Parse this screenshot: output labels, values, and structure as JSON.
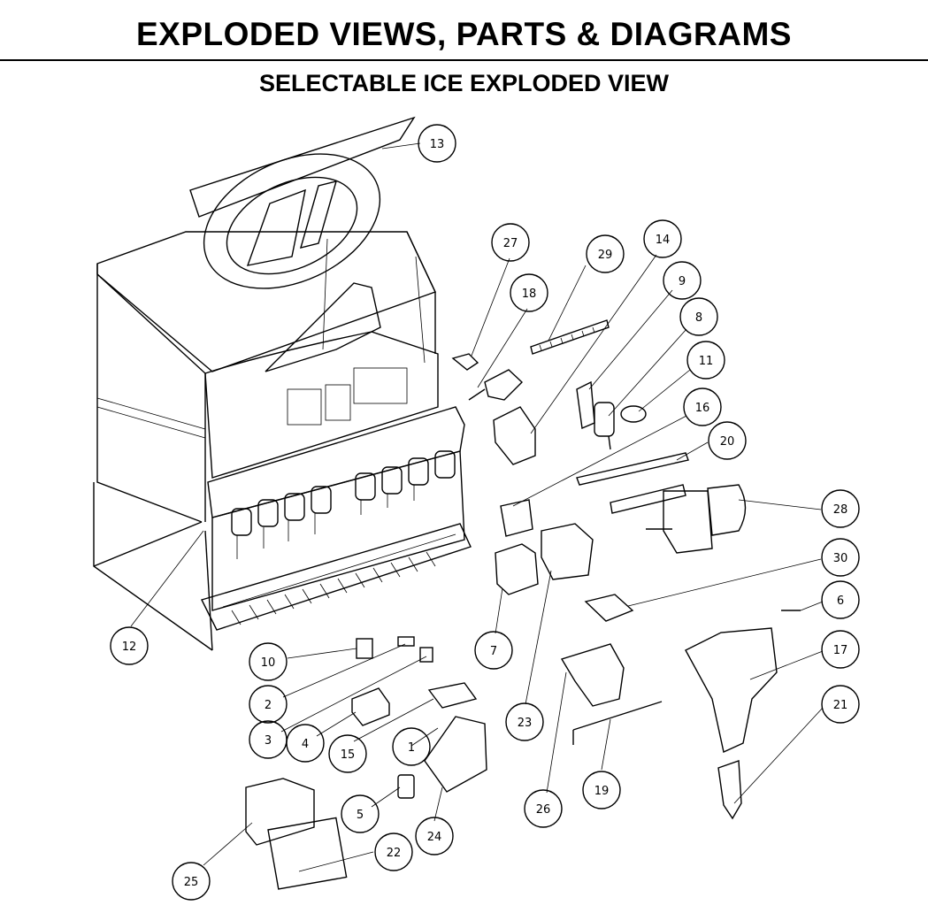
{
  "header": {
    "title": "EXPLODED VIEWS, PARTS & DIAGRAMS",
    "subtitle": "SELECTABLE ICE EXPLODED VIEW"
  },
  "callouts": [
    {
      "id": "c1",
      "label": "1"
    },
    {
      "id": "c2",
      "label": "2"
    },
    {
      "id": "c3",
      "label": "3"
    },
    {
      "id": "c4",
      "label": "4"
    },
    {
      "id": "c5",
      "label": "5"
    },
    {
      "id": "c6",
      "label": "6"
    },
    {
      "id": "c7",
      "label": "7"
    },
    {
      "id": "c8",
      "label": "8"
    },
    {
      "id": "c9",
      "label": "9"
    },
    {
      "id": "c10",
      "label": "10"
    },
    {
      "id": "c11",
      "label": "11"
    },
    {
      "id": "c12",
      "label": "12"
    },
    {
      "id": "c13",
      "label": "13"
    },
    {
      "id": "c14",
      "label": "14"
    },
    {
      "id": "c15",
      "label": "15"
    },
    {
      "id": "c16",
      "label": "16"
    },
    {
      "id": "c17",
      "label": "17"
    },
    {
      "id": "c18",
      "label": "18"
    },
    {
      "id": "c19",
      "label": "19"
    },
    {
      "id": "c20",
      "label": "20"
    },
    {
      "id": "c21",
      "label": "21"
    },
    {
      "id": "c22",
      "label": "22"
    },
    {
      "id": "c23",
      "label": "23"
    },
    {
      "id": "c24",
      "label": "24"
    },
    {
      "id": "c25",
      "label": "25"
    },
    {
      "id": "c26",
      "label": "26"
    },
    {
      "id": "c27",
      "label": "27"
    },
    {
      "id": "c28",
      "label": "28"
    },
    {
      "id": "c29",
      "label": "29"
    },
    {
      "id": "c30",
      "label": "30"
    }
  ]
}
